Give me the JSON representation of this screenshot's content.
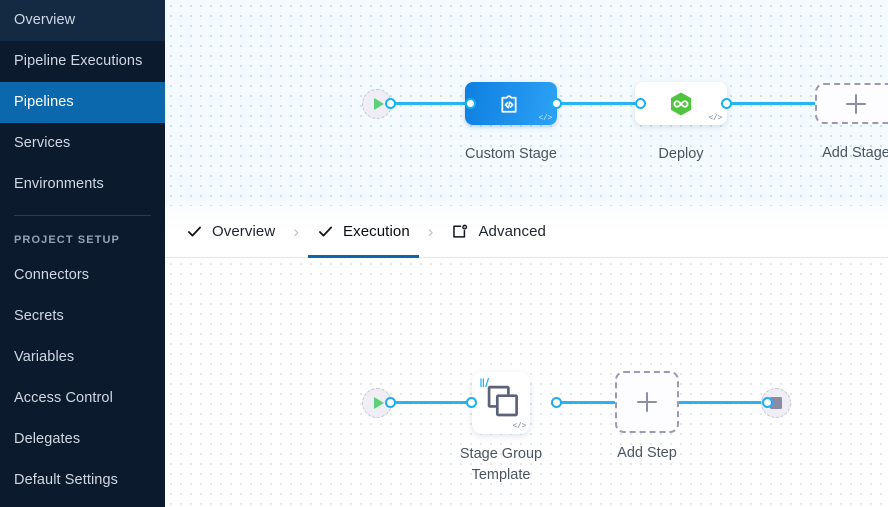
{
  "sidebar": {
    "items": [
      {
        "label": "Overview",
        "active": false
      },
      {
        "label": "Pipeline Executions",
        "active": false
      },
      {
        "label": "Pipelines",
        "active": true
      },
      {
        "label": "Services",
        "active": false
      },
      {
        "label": "Environments",
        "active": false
      }
    ],
    "section_label": "PROJECT SETUP",
    "setup_items": [
      {
        "label": "Connectors"
      },
      {
        "label": "Secrets"
      },
      {
        "label": "Variables"
      },
      {
        "label": "Access Control"
      },
      {
        "label": "Delegates"
      },
      {
        "label": "Default Settings"
      }
    ],
    "active_color": "#0c68ad",
    "background_color": "#0b1a2d"
  },
  "tabs": {
    "items": [
      {
        "label": "Overview",
        "icon": "check-icon",
        "active": false
      },
      {
        "label": "Execution",
        "icon": "check-icon",
        "active": true
      },
      {
        "label": "Advanced",
        "icon": "advanced-settings-icon",
        "active": false
      }
    ],
    "separator": "›",
    "active_underline_color": "#0c68ad"
  },
  "stage_graph": {
    "start_node": {
      "icon": "play-icon"
    },
    "end_node": {
      "icon": "stop-icon"
    },
    "nodes": [
      {
        "label": "Custom Stage",
        "icon": "custom-stage-icon",
        "type": "stage",
        "badge": "</>"
      },
      {
        "label": "Deploy",
        "icon": "deploy-hexagon-icon",
        "type": "stage",
        "badge": "</>"
      }
    ],
    "add_node": {
      "label": "Add Stage",
      "icon": "plus-icon"
    }
  },
  "step_graph": {
    "start_node": {
      "icon": "play-icon"
    },
    "end_node": {
      "icon": "stop-icon"
    },
    "nodes": [
      {
        "label": "Stage Group Template",
        "icon": "stage-group-template-icon",
        "type": "step",
        "badge": "</>"
      }
    ],
    "add_node": {
      "label": "Add Step",
      "icon": "plus-icon"
    }
  },
  "colors": {
    "wire": "#29b3f0",
    "port": "#1caef5",
    "stage_gradient_from": "#0e7fe0",
    "stage_gradient_to": "#2ca2f5",
    "deploy_green": "#4fc53e",
    "play_green": "#5fd07a"
  }
}
